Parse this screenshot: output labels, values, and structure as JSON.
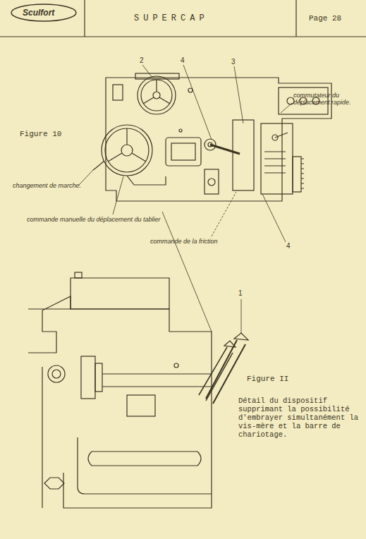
{
  "diagram": {
    "title": "SUPERCAP",
    "labels": [
      "Sculfort",
      "2",
      "4",
      "3",
      "commutateur du déplacement rapide.",
      "Figure 10",
      "changement de marche.",
      "commande manuelle du déplacement du tablier",
      "commande de la friction",
      "4",
      "1",
      "Figure II",
      "Détail du dispositif supprimant la possibilité d'embrayer simultanément la vis-mère et la barre de chariotage.",
      "Page 28"
    ]
  }
}
